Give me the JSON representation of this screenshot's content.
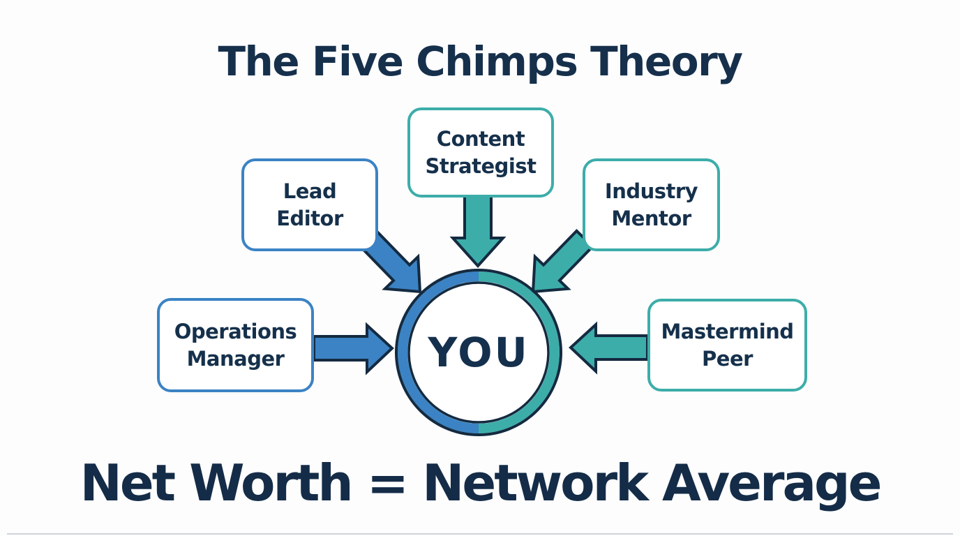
{
  "title": "The Five Chimps Theory",
  "caption": "Net Worth = Network Average",
  "center": {
    "label": "YOU"
  },
  "colors": {
    "navy_text": "#15304b",
    "outline_navy": "#142a40",
    "blue": "#3b83c4",
    "teal": "#3dada9",
    "background": "#fdfdfe"
  },
  "nodes": [
    {
      "id": "content-strategist",
      "label": "Content Strategist",
      "lines": [
        "Content",
        "Strategist"
      ],
      "accent": "#3dada9"
    },
    {
      "id": "lead-editor",
      "label": "Lead Editor",
      "lines": [
        "Lead",
        "Editor"
      ],
      "accent": "#3b83c4"
    },
    {
      "id": "industry-mentor",
      "label": "Industry Mentor",
      "lines": [
        "Industry",
        "Mentor"
      ],
      "accent": "#3dada9"
    },
    {
      "id": "operations-manager",
      "label": "Operations Manager",
      "lines": [
        "Operations",
        "Manager"
      ],
      "accent": "#3b83c4"
    },
    {
      "id": "mastermind-peer",
      "label": "Mastermind Peer",
      "lines": [
        "Mastermind",
        "Peer"
      ],
      "accent": "#3dada9"
    }
  ],
  "connections": [
    {
      "from": "content-strategist",
      "to": "you",
      "color": "#3dada9"
    },
    {
      "from": "lead-editor",
      "to": "you",
      "color": "#3b83c4"
    },
    {
      "from": "industry-mentor",
      "to": "you",
      "color": "#3dada9"
    },
    {
      "from": "operations-manager",
      "to": "you",
      "color": "#3b83c4"
    },
    {
      "from": "mastermind-peer",
      "to": "you",
      "color": "#3dada9"
    }
  ]
}
